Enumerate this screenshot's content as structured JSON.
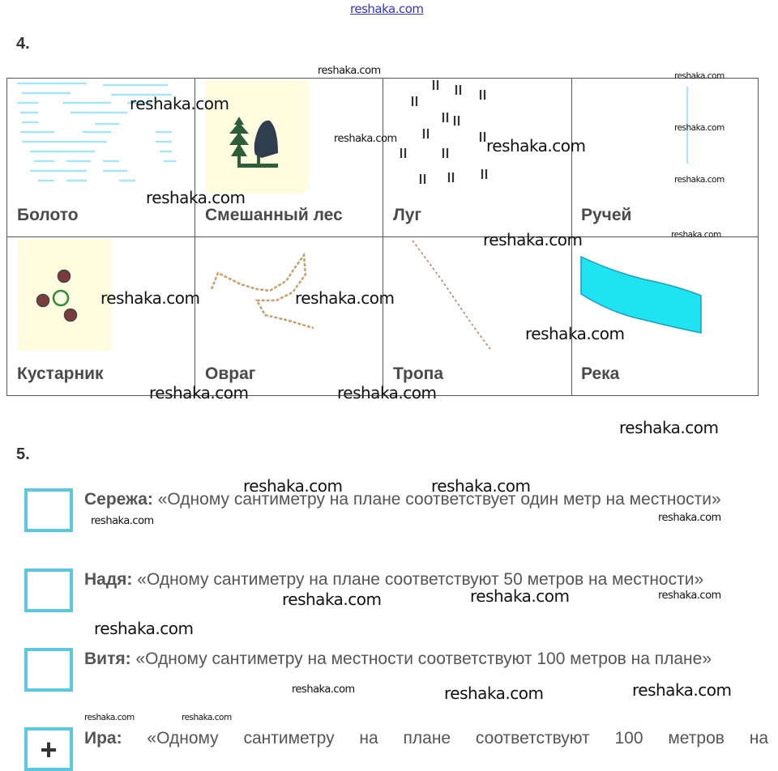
{
  "header": {
    "site_link": "reshaka.com"
  },
  "task4": {
    "number": "4.",
    "cells": [
      {
        "label": "Болото",
        "icon": "swamp-symbol"
      },
      {
        "label": "Смешанный лес",
        "icon": "mixed-forest-symbol"
      },
      {
        "label": "Луг",
        "icon": "meadow-symbol"
      },
      {
        "label": "Ручей",
        "icon": "stream-symbol"
      },
      {
        "label": "Кустарник",
        "icon": "shrub-symbol"
      },
      {
        "label": "Овраг",
        "icon": "ravine-symbol"
      },
      {
        "label": "Тропа",
        "icon": "path-symbol"
      },
      {
        "label": "Река",
        "icon": "river-symbol"
      }
    ]
  },
  "task5": {
    "number": "5.",
    "options": [
      {
        "name": "Сережа:",
        "text": "«Одному сантиметру на плане соответствует один метр на местности»",
        "checked": false,
        "mark": ""
      },
      {
        "name": "Надя:",
        "text": "«Одному сантиметру на плане соответствуют 50 метров на местности»",
        "checked": false,
        "mark": ""
      },
      {
        "name": "Витя:",
        "text": "«Одному сантиметру на местности соответствуют 100 метров на плане»",
        "checked": false,
        "mark": ""
      },
      {
        "name": "Ира:",
        "text": "«Одному сантиметру на плане соответствуют 100 метров на",
        "checked": true,
        "mark": "+"
      }
    ]
  },
  "watermark": "reshaka.com",
  "colors": {
    "checkbox": "#5bc8e0",
    "river": "#1fe3f0",
    "forest_bg": "#fffde0"
  }
}
